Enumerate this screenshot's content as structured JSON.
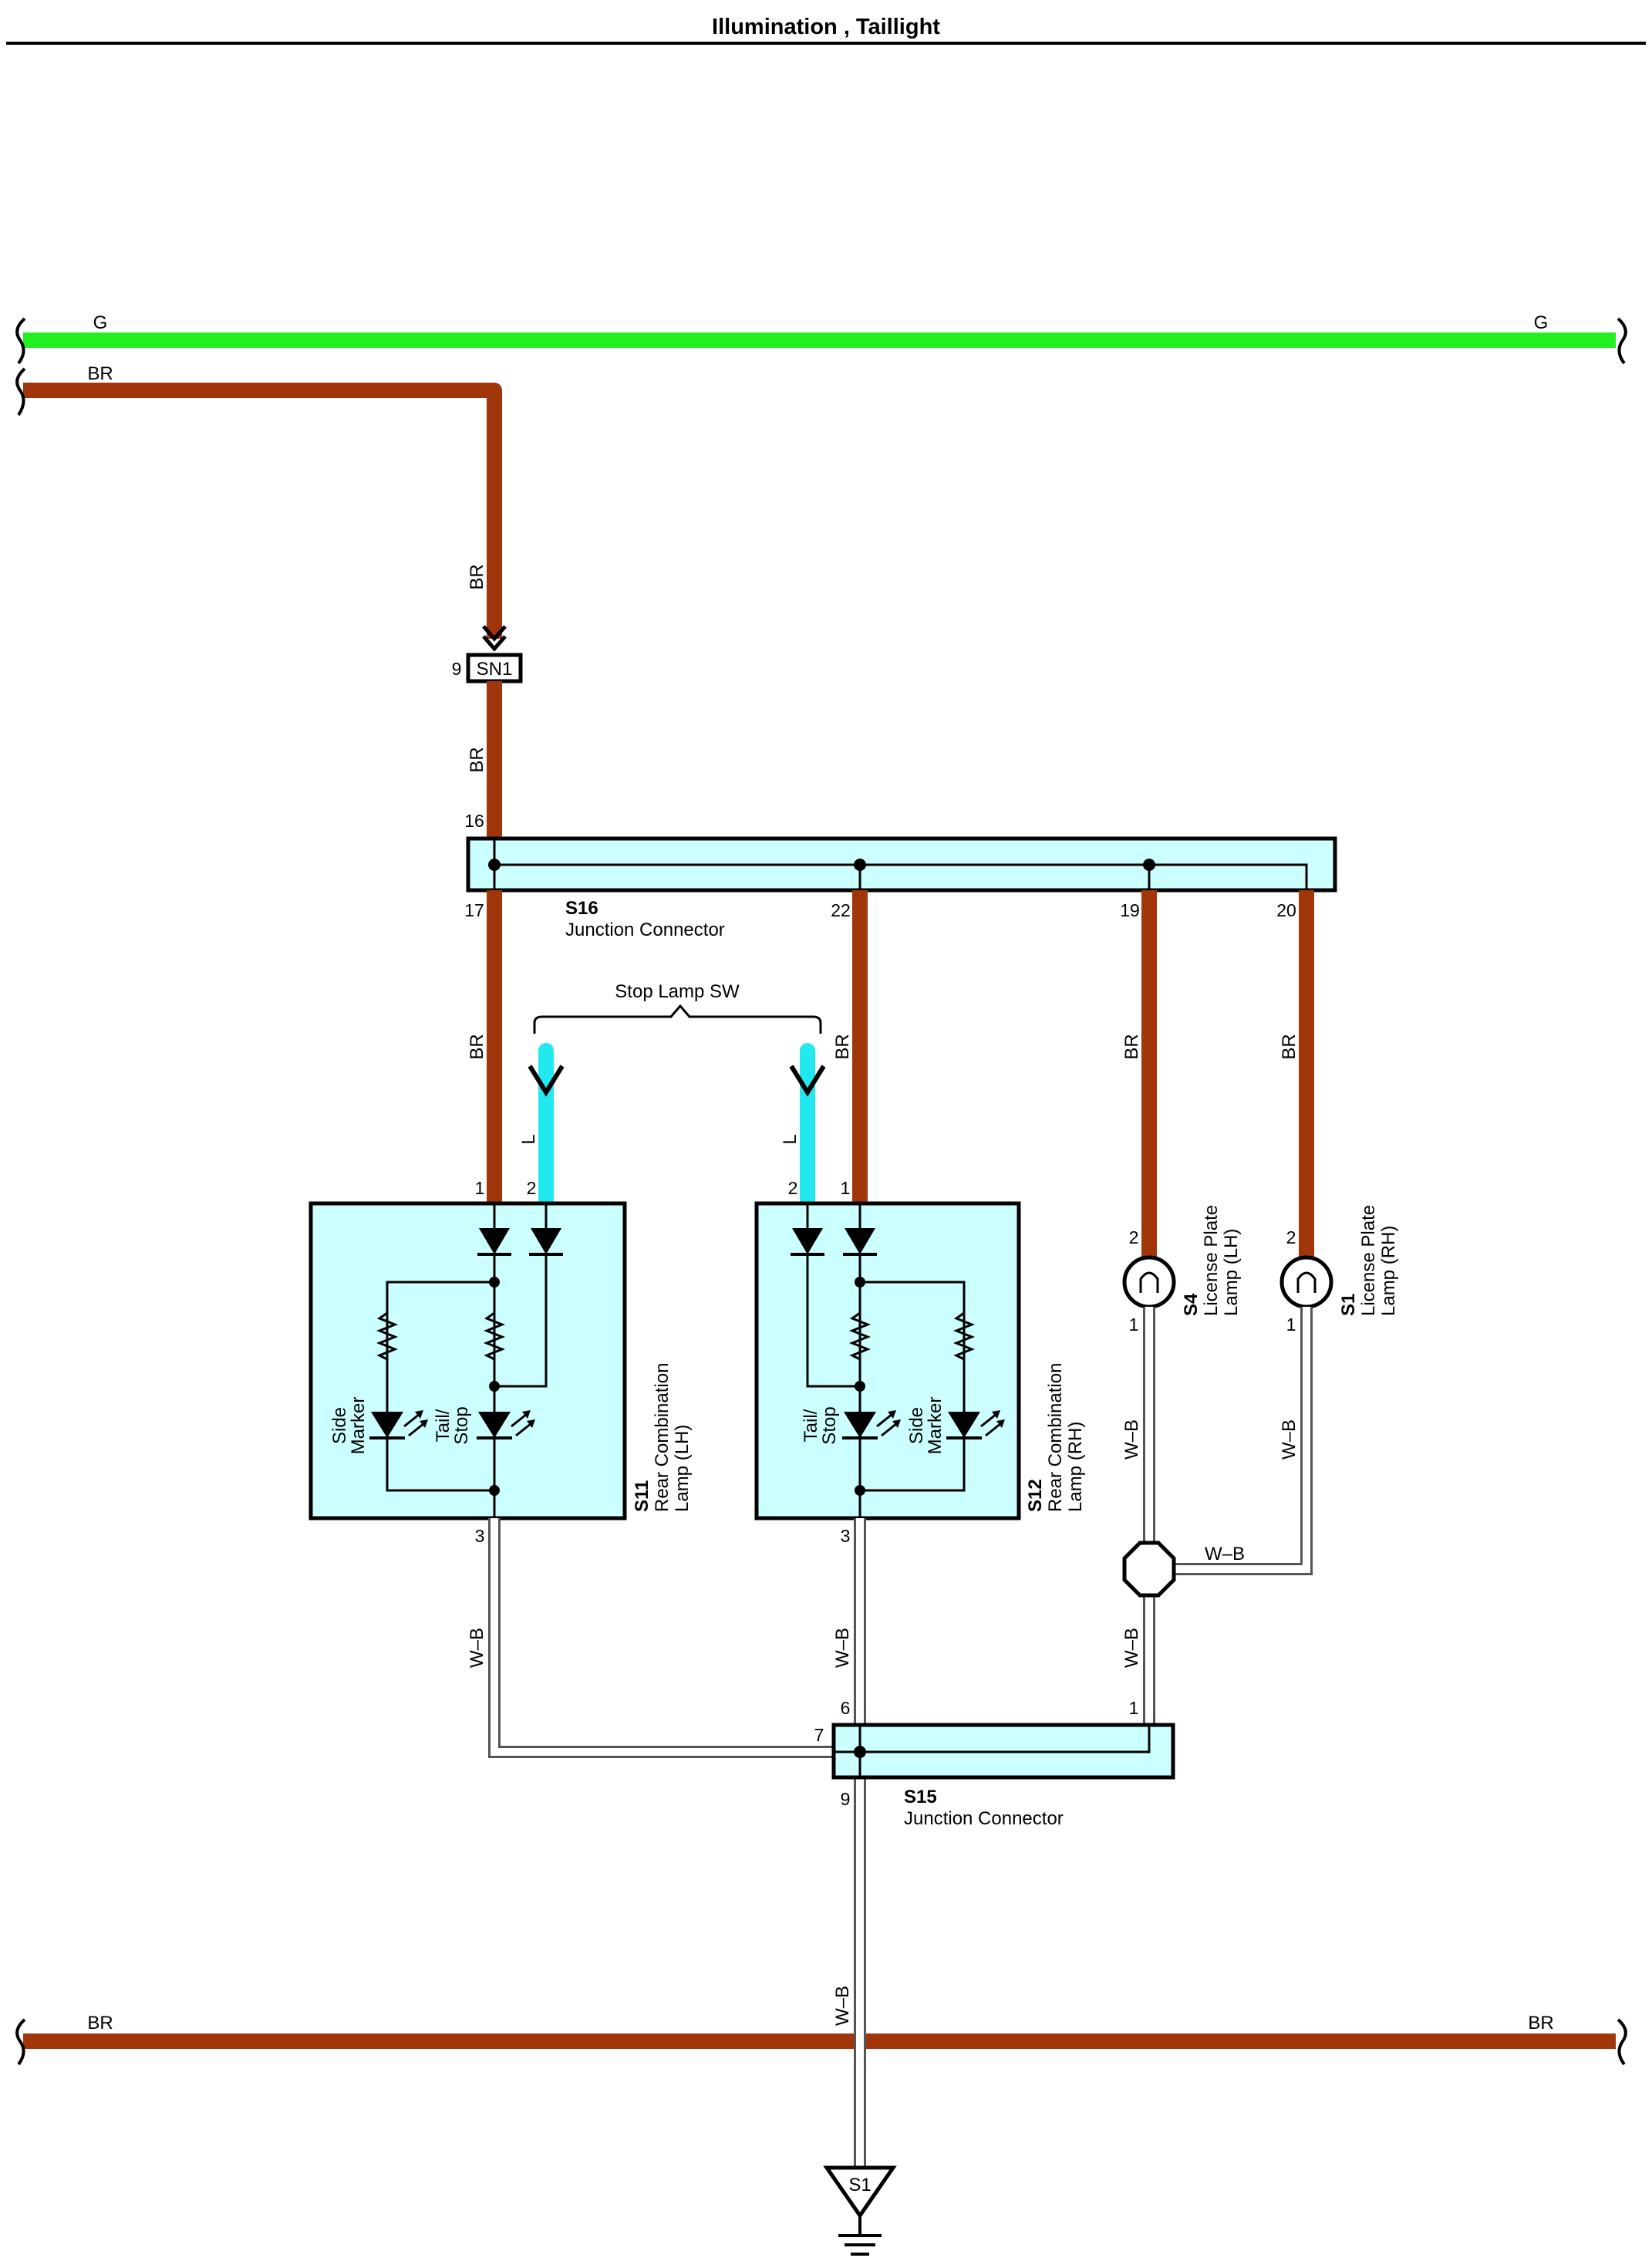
{
  "title": "Illumination , Taillight",
  "colors": {
    "BR": "#a0360a",
    "G": "#22ee22",
    "L": "#22e8f0",
    "box": "#ccffff",
    "WB_fill": "#ffffff",
    "WB_edge": "#444444"
  },
  "wires": {
    "g_left": "G",
    "g_right": "G",
    "br_top": "BR",
    "br_sn1_in": "BR",
    "br_sn1_out": "BR",
    "br_s11": "BR",
    "br_s12": "BR",
    "br_s4": "BR",
    "br_s1": "BR",
    "l_s11": "L",
    "l_s12": "L",
    "wb_s4": "W–B",
    "wb_s1": "W–B",
    "wb_s1_horiz": "W–B",
    "wb_s4_down": "W–B",
    "wb_s11": "W–B",
    "wb_s12": "W–B",
    "wb_ground": "W–B",
    "br_bottom_left": "BR",
    "br_bottom_right": "BR"
  },
  "sn1": {
    "code": "SN1",
    "pin": "9"
  },
  "s16": {
    "code": "S16",
    "name": "Junction Connector",
    "pins": {
      "in": "16",
      "s11": "17",
      "s12": "22",
      "s4": "19",
      "s1": "20"
    }
  },
  "stop_lamp_sw": "Stop Lamp SW",
  "s11": {
    "code": "S11",
    "name_line1": "Rear Combination",
    "name_line2": "Lamp (LH)",
    "side_marker_line1": "Side",
    "side_marker_line2": "Marker",
    "tail_stop_line1": "Tail/",
    "tail_stop_line2": "Stop",
    "pins": {
      "br": "1",
      "l": "2",
      "wb": "3"
    }
  },
  "s12": {
    "code": "S12",
    "name_line1": "Rear Combination",
    "name_line2": "Lamp (RH)",
    "side_marker_line1": "Side",
    "side_marker_line2": "Marker",
    "tail_stop_line1": "Tail/",
    "tail_stop_line2": "Stop",
    "pins": {
      "l": "2",
      "br": "1",
      "wb": "3"
    }
  },
  "s4": {
    "code": "S4",
    "name_line1": "License Plate",
    "name_line2": "Lamp (LH)",
    "pins": {
      "br": "2",
      "wb": "1"
    }
  },
  "s1": {
    "code": "S1",
    "name_line1": "License Plate",
    "name_line2": "Lamp (RH)",
    "pins": {
      "br": "2",
      "wb": "1"
    }
  },
  "s15": {
    "code": "S15",
    "name": "Junction Connector",
    "pins": {
      "s11": "7",
      "s12": "6",
      "s4": "1",
      "ground": "9"
    }
  },
  "ground": {
    "code": "S1"
  }
}
